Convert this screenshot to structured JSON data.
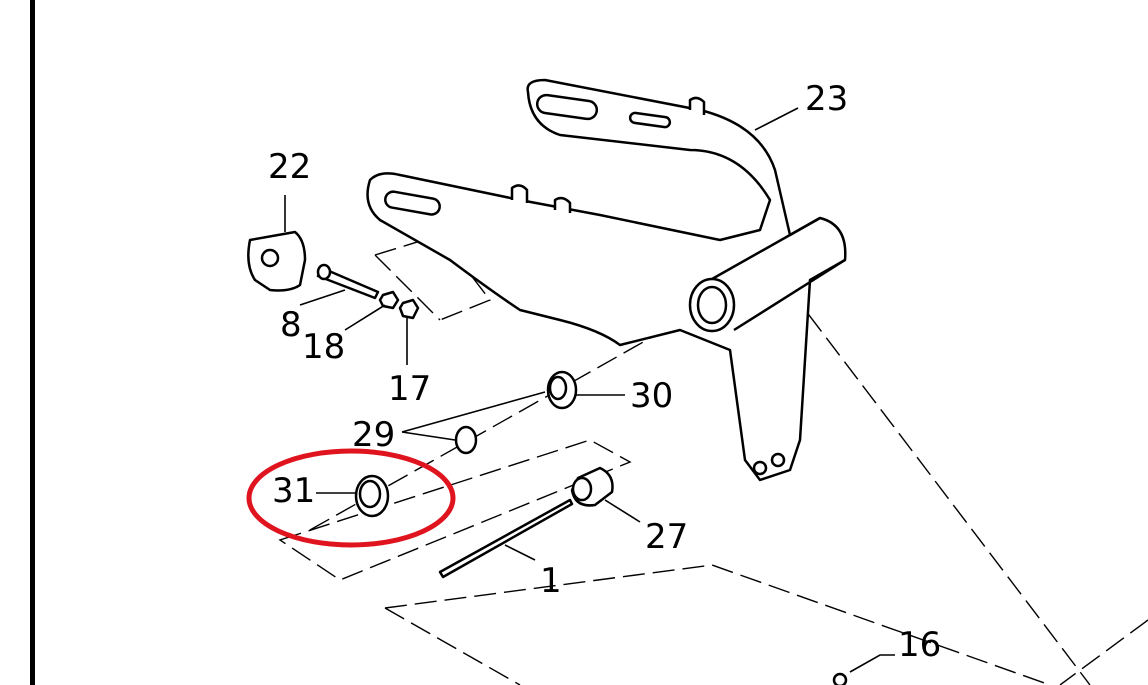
{
  "diagram": {
    "labels": {
      "p23": "23",
      "p22": "22",
      "p8": "8",
      "p18": "18",
      "p17": "17",
      "p30": "30",
      "p29": "29",
      "p31": "31",
      "p27": "27",
      "p1": "1",
      "p16": "16"
    },
    "highlight": {
      "part": "31",
      "color": "#e0141e"
    }
  }
}
